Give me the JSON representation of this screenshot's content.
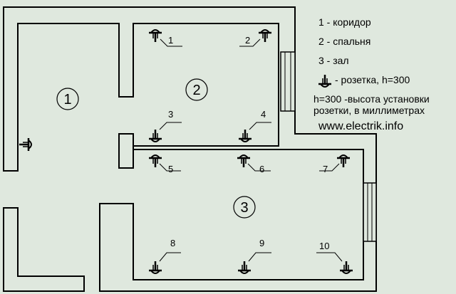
{
  "rooms": [
    {
      "label": "1"
    },
    {
      "label": "2"
    },
    {
      "label": "3"
    }
  ],
  "sockets": [
    {
      "label": "1"
    },
    {
      "label": "2"
    },
    {
      "label": "3"
    },
    {
      "label": "4"
    },
    {
      "label": "5"
    },
    {
      "label": "6"
    },
    {
      "label": "7"
    },
    {
      "label": "8"
    },
    {
      "label": "9"
    },
    {
      "label": "10"
    }
  ],
  "legend": {
    "line1": "1 - коридор",
    "line2": "2 - спальня",
    "line3": "3 - зал",
    "symbol_text": "- розетка, h=300",
    "note_line1": "h=300  -высота установки",
    "note_line2": "розетки, в миллиметрах",
    "site": "www.electrik.info"
  }
}
